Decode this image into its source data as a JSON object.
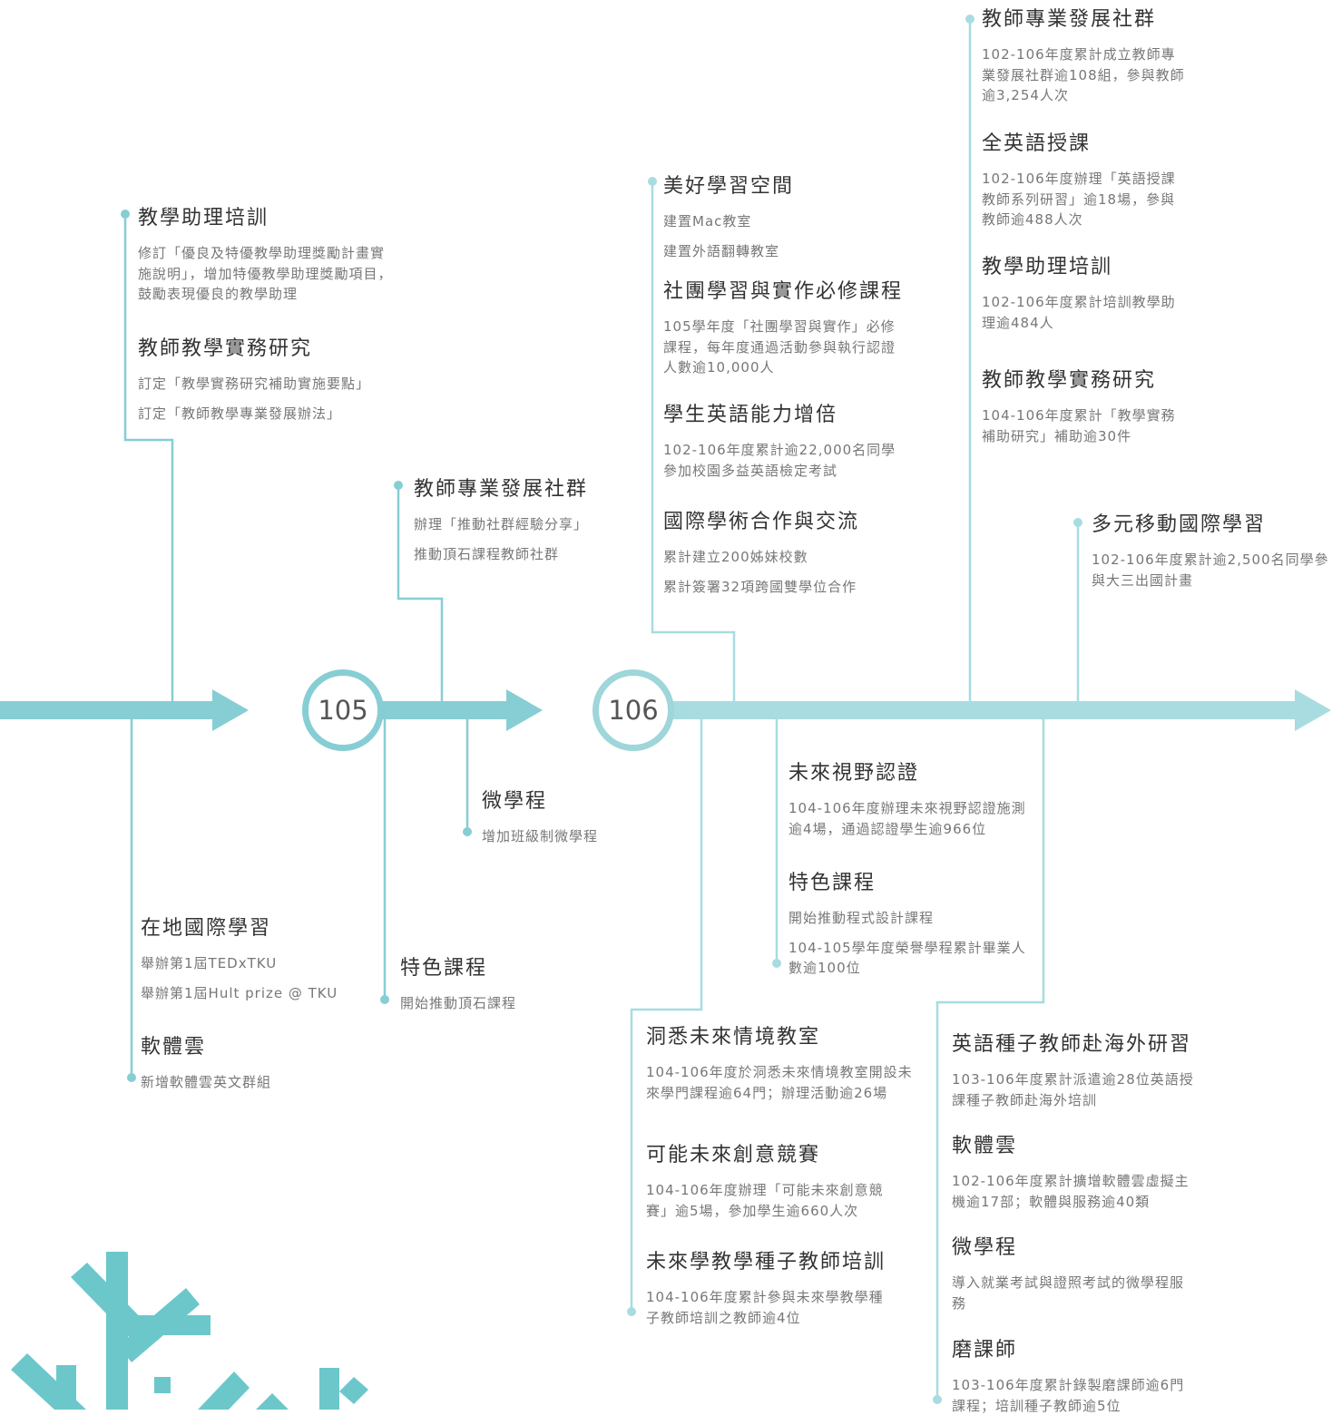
{
  "colors": {
    "line": "#86CED4",
    "line_light": "#A8DCE0",
    "logo": "#5CC3C7"
  },
  "years": {
    "y105": "105",
    "y106": "106"
  },
  "blocks": [
    {
      "title": "教學助理培訓",
      "lines": [
        "修訂「優良及特優教學助理獎勵計畫實施說明」，增加特優教學助理獎勵項目，鼓勵表現優良的教學助理"
      ]
    },
    {
      "title": "教師教學實務研究",
      "lines": [
        "訂定「教學實務研究補助實施要點」",
        "訂定「教師教學專業發展辦法」"
      ]
    },
    {
      "title": "教師專業發展社群",
      "lines": [
        "辦理「推動社群經驗分享」",
        "推動頂石課程教師社群"
      ]
    },
    {
      "title": "美好學習空間",
      "lines": [
        "建置Mac教室",
        "建置外語翻轉教室"
      ]
    },
    {
      "title": "社團學習與實作必修課程",
      "lines": [
        "105學年度「社團學習與實作」必修課程，每年度通過活動參與執行認證人數逾10,000人"
      ]
    },
    {
      "title": "學生英語能力增倍",
      "lines": [
        "102-106年度累計逾22,000名同學參加校園多益英語檢定考試"
      ]
    },
    {
      "title": "國際學術合作與交流",
      "lines": [
        "累計建立200姊妹校數",
        "累計簽署32項跨國雙學位合作"
      ]
    },
    {
      "title": "教師專業發展社群",
      "lines": [
        "102-106年度累計成立教師專業發展社群逾108組，參與教師逾3,254人次"
      ]
    },
    {
      "title": "全英語授課",
      "lines": [
        "102-106年度辦理「英語授課教師系列研習」逾18場，參與教師逾488人次"
      ]
    },
    {
      "title": "教學助理培訓",
      "lines": [
        "102-106年度累計培訓教學助理逾484人"
      ]
    },
    {
      "title": "教師教學實務研究",
      "lines": [
        "104-106年度累計「教學實務補助研究」補助逾30件"
      ]
    },
    {
      "title": "多元移動國際學習",
      "lines": [
        "102-106年度累計逾2,500名同學參與大三出國計畫"
      ]
    },
    {
      "title": "微學程",
      "lines": [
        "增加班級制微學程"
      ]
    },
    {
      "title": "在地國際學習",
      "lines": [
        "舉辦第1屆TEDxTKU",
        "舉辦第1屆Hult prize @ TKU"
      ]
    },
    {
      "title": "軟體雲",
      "lines": [
        "新增軟體雲英文群組"
      ]
    },
    {
      "title": "特色課程",
      "lines": [
        "開始推動頂石課程"
      ]
    },
    {
      "title": "未來視野認證",
      "lines": [
        "104-106年度辦理未來視野認證施測逾4場，通過認證學生逾966位"
      ]
    },
    {
      "title": "特色課程",
      "lines": [
        "開始推動程式設計課程",
        "104-105學年度榮譽學程累計畢業人數逾100位"
      ]
    },
    {
      "title": "洞悉未來情境教室",
      "lines": [
        "104-106年度於洞悉未來情境教室開設未來學門課程逾64門；辦理活動逾26場"
      ]
    },
    {
      "title": "可能未來創意競賽",
      "lines": [
        "104-106年度辦理「可能未來創意競賽」逾5場，參加學生逾660人次"
      ]
    },
    {
      "title": "未來學教學種子教師培訓",
      "lines": [
        "104-106年度累計參與未來學教學種子教師培訓之教師逾4位"
      ]
    },
    {
      "title": "英語種子教師赴海外研習",
      "lines": [
        "103-106年度累計派遣逾28位英語授課種子教師赴海外培訓"
      ]
    },
    {
      "title": "軟體雲",
      "lines": [
        "102-106年度累計擴增軟體雲虛擬主機逾17部；軟體與服務逾40類"
      ]
    },
    {
      "title": "微學程",
      "lines": [
        "導入就業考試與證照考試的微學程服務"
      ]
    },
    {
      "title": "磨課師",
      "lines": [
        "103-106年度累計錄製磨課師逾6門課程；培訓種子教師逾5位"
      ]
    }
  ]
}
